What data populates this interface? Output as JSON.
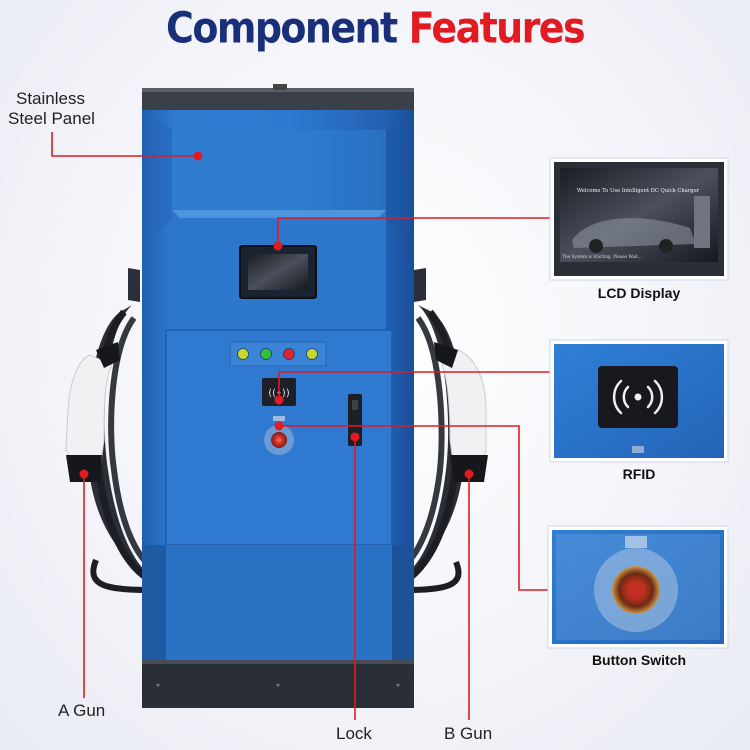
{
  "title": {
    "word1": "Component",
    "word2": "Features"
  },
  "callouts": {
    "stainless_line1": "Stainless",
    "stainless_line2": "Steel Panel",
    "a_gun": "A Gun",
    "lock": "Lock",
    "b_gun": "B Gun"
  },
  "insets": {
    "lcd": {
      "label": "LCD Display",
      "screen_heading": "Welcome To Use Intelligent DC Quick Charger",
      "screen_status": "The System is Starting, Please Wait..."
    },
    "rfid": {
      "label": "RFID"
    },
    "button": {
      "label": "Button Switch"
    }
  },
  "indicator_colors": [
    "#c8d82a",
    "#2fbf3a",
    "#e0242a",
    "#c8d82a"
  ],
  "colors": {
    "accent_red": "#e21a22",
    "title_blue": "#1a2f7a",
    "charger_blue": "#2a73c8"
  },
  "icons": [
    "rfid-contactless-icon",
    "emergency-button-icon"
  ]
}
